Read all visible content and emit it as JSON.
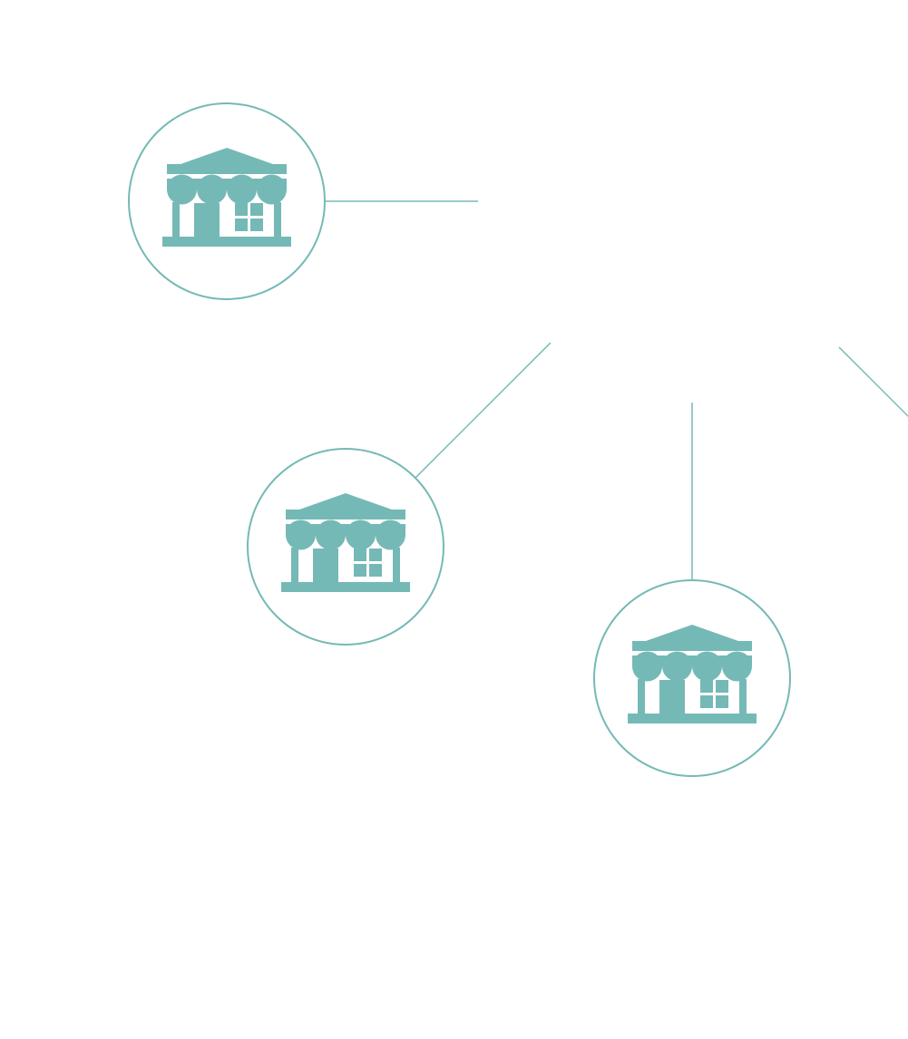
{
  "colors": {
    "accent": "#75b9b6",
    "background": "#ffffff"
  },
  "nodes": [
    {
      "id": "store-1",
      "icon": "storefront-icon"
    },
    {
      "id": "store-2",
      "icon": "storefront-icon"
    },
    {
      "id": "store-3",
      "icon": "storefront-icon"
    }
  ],
  "connectors": [
    {
      "from": "store-1",
      "direction": "right"
    },
    {
      "from": "store-2",
      "direction": "up-right"
    },
    {
      "from": "store-3",
      "direction": "up"
    },
    {
      "from": "offscreen",
      "direction": "down-right"
    }
  ]
}
